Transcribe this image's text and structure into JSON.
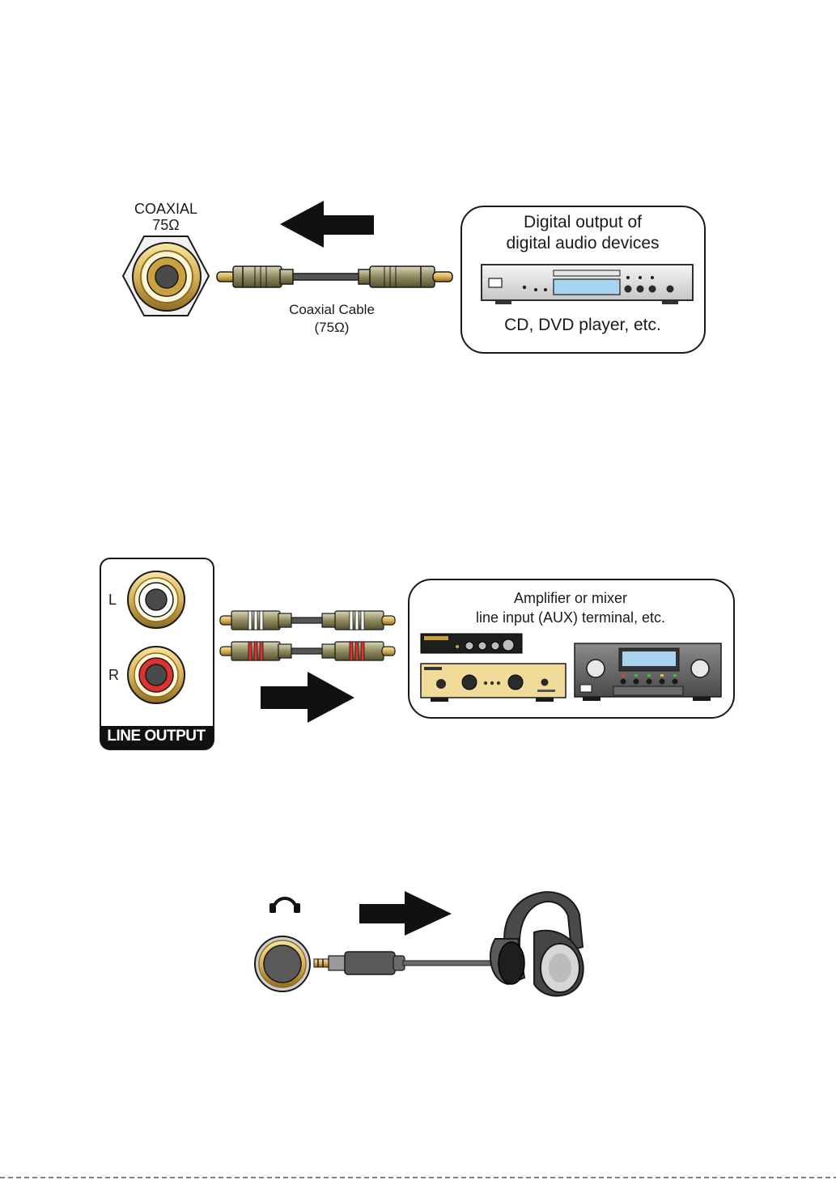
{
  "coaxial_section": {
    "jack_label_line1": "COAXIAL",
    "jack_label_line2": "75Ω",
    "cable_label_line1": "Coaxial Cable",
    "cable_label_line2": "(75Ω)",
    "device_title_line1": "Digital output of",
    "device_title_line2": "digital audio devices",
    "device_subtitle": "CD, DVD player, etc."
  },
  "line_output_section": {
    "left_label": "L",
    "right_label": "R",
    "panel_label": "LINE OUTPUT",
    "device_title_line1": "Amplifier or mixer",
    "device_title_line2": "line input (AUX) terminal, etc."
  },
  "headphone_section": {
    "jack_icon": "headphone-icon",
    "device_icon": "headphones-icon"
  },
  "colors": {
    "gold": "#e8c860",
    "dark_gold": "#b8923a",
    "red": "#e03030",
    "display_blue": "#a8d4f0",
    "dark_gray": "#3a3a3a"
  }
}
